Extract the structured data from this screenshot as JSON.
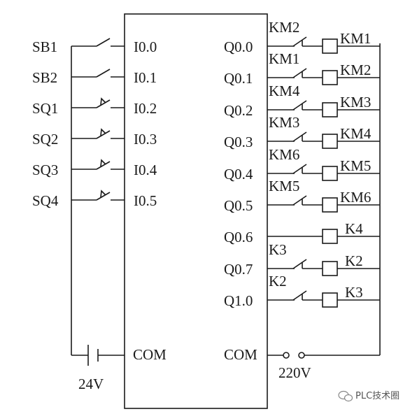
{
  "inputs": [
    {
      "device": "SB1",
      "address": "I0.0",
      "contact": "pushbutton"
    },
    {
      "device": "SB2",
      "address": "I0.1",
      "contact": "pushbutton"
    },
    {
      "device": "SQ1",
      "address": "I0.2",
      "contact": "limit-switch"
    },
    {
      "device": "SQ2",
      "address": "I0.3",
      "contact": "limit-switch"
    },
    {
      "device": "SQ3",
      "address": "I0.4",
      "contact": "limit-switch"
    },
    {
      "device": "SQ4",
      "address": "I0.5",
      "contact": "limit-switch"
    }
  ],
  "outputs": [
    {
      "address": "Q0.0",
      "interlock": "KM2",
      "coil": "KM1"
    },
    {
      "address": "Q0.1",
      "interlock": "KM1",
      "coil": "KM2"
    },
    {
      "address": "Q0.2",
      "interlock": "KM4",
      "coil": "KM3"
    },
    {
      "address": "Q0.3",
      "interlock": "KM3",
      "coil": "KM4"
    },
    {
      "address": "Q0.4",
      "interlock": "KM6",
      "coil": "KM5"
    },
    {
      "address": "Q0.5",
      "interlock": "KM5",
      "coil": "KM6"
    },
    {
      "address": "Q0.6",
      "interlock": "",
      "coil": "K4"
    },
    {
      "address": "Q0.7",
      "interlock": "K3",
      "coil": "K2"
    },
    {
      "address": "Q1.0",
      "interlock": "K2",
      "coil": "K3"
    }
  ],
  "input_com": "COM",
  "output_com": "COM",
  "input_supply": "24V",
  "output_supply": "220V",
  "watermark": "PLC技术圈",
  "watermark_icon": "wechat-icon"
}
